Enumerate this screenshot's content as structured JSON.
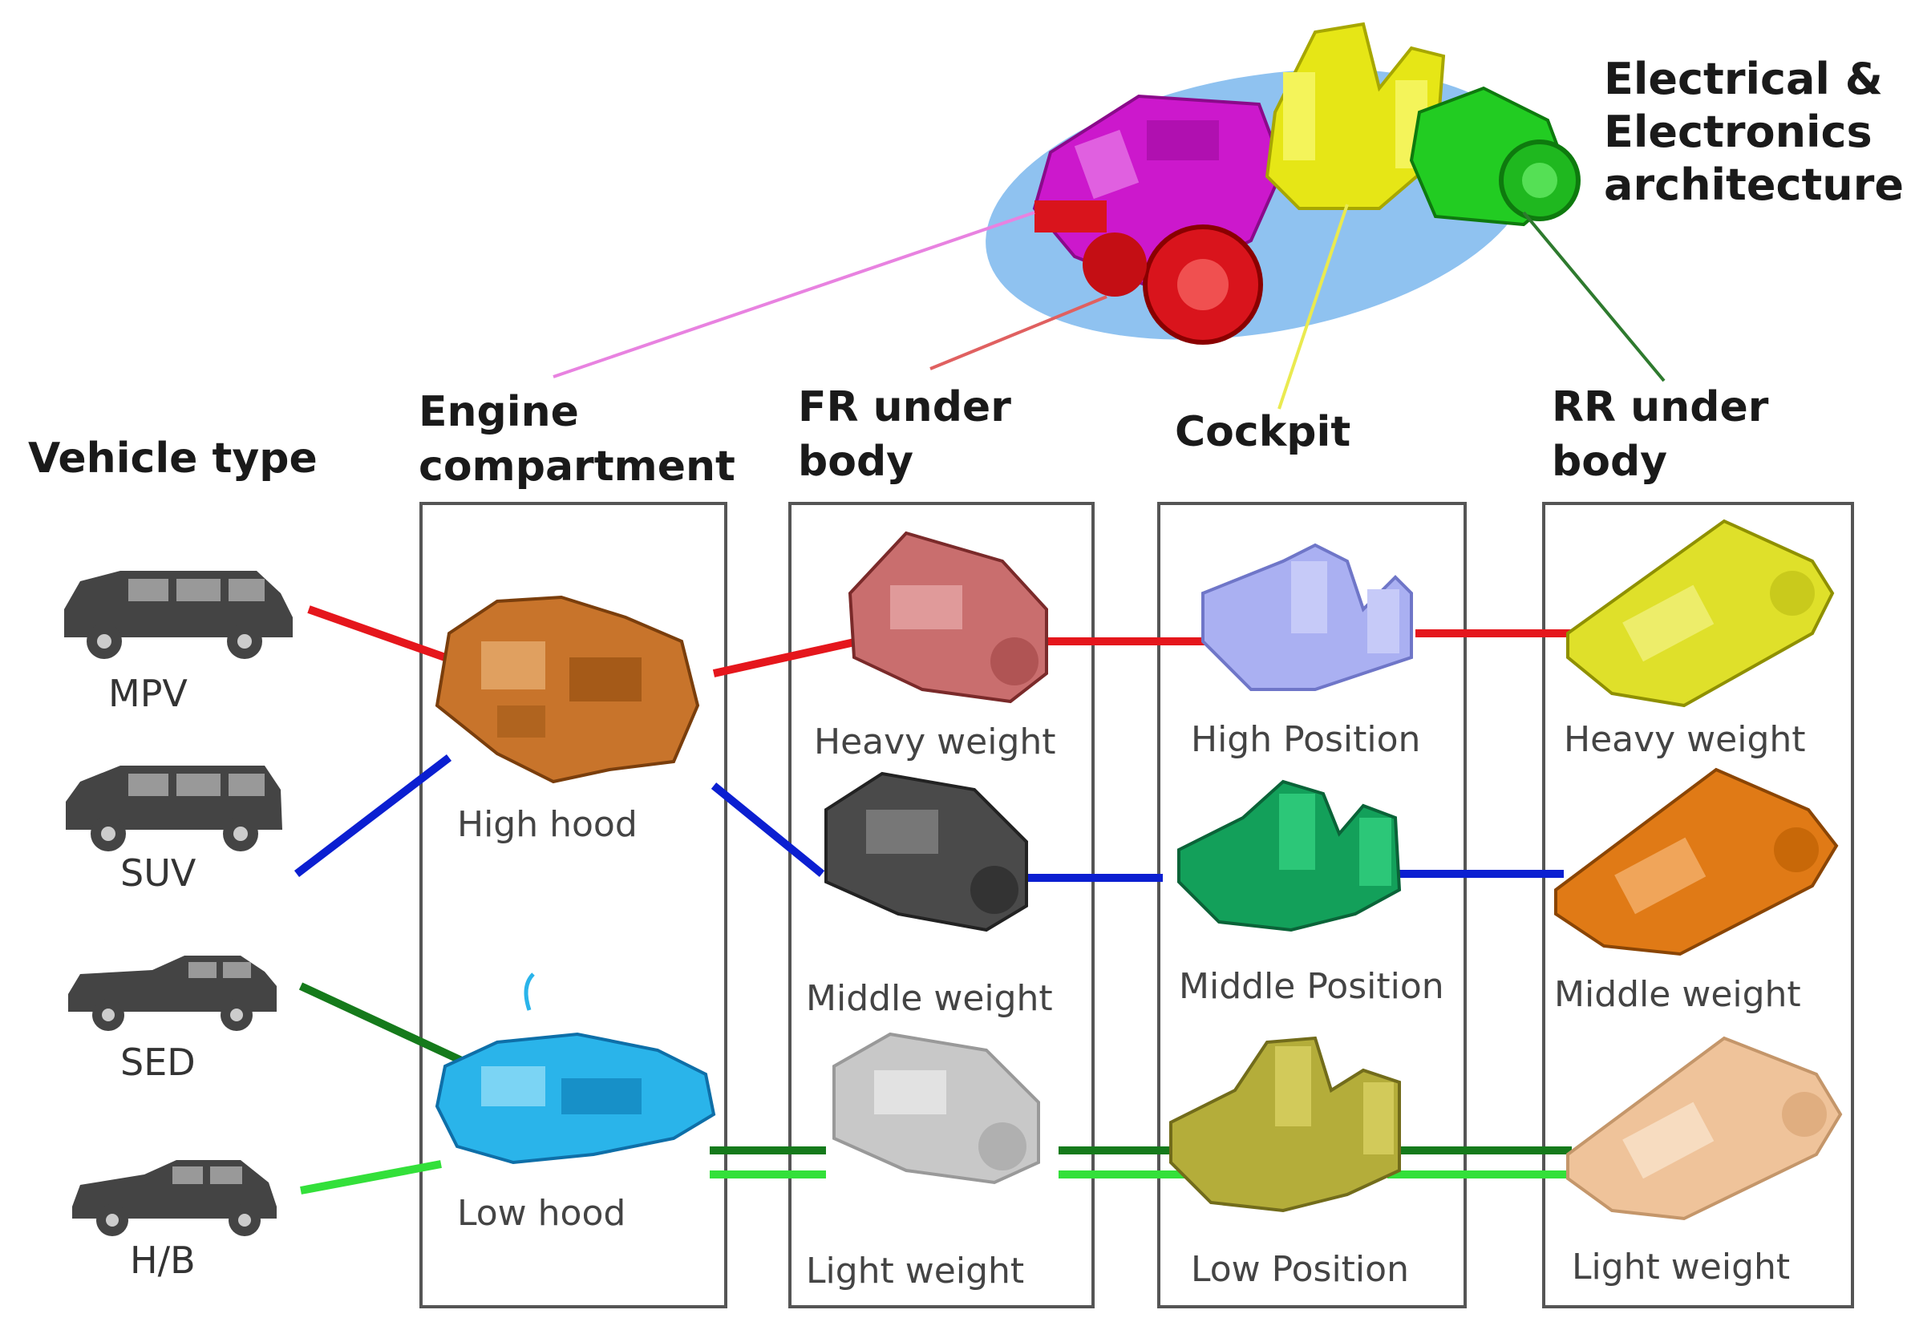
{
  "ee_architecture_label": "Electrical & Electronics architecture",
  "vehicle_type": {
    "heading": "Vehicle type",
    "vehicles": [
      "MPV",
      "SUV",
      "SED",
      "H/B"
    ]
  },
  "modules": [
    {
      "heading": "Engine compartment",
      "options": [
        "High hood",
        "Low hood"
      ]
    },
    {
      "heading": "FR under body",
      "options": [
        "Heavy weight",
        "Middle weight",
        "Light weight"
      ]
    },
    {
      "heading": "Cockpit",
      "options": [
        "High Position",
        "Middle Position",
        "Low Position"
      ]
    },
    {
      "heading": "RR under body",
      "options": [
        "Heavy weight",
        "Middle weight",
        "Light weight"
      ]
    }
  ],
  "colors": {
    "MPV": "#e5161c",
    "SUV": "#0b1fd1",
    "SED": "#157a1b",
    "H/B": "#33e03a",
    "engine_high": "#c8742b",
    "engine_low": "#2ab4ea",
    "fr_heavy": "#c96e6e",
    "fr_middle": "#4a4a4a",
    "fr_light": "#c8c8c8",
    "cockpit_high": "#aab0f2",
    "cockpit_middle": "#13a05a",
    "cockpit_low": "#b4ad3a",
    "rr_heavy": "#dfe02a",
    "rr_middle": "#e07a16",
    "rr_light": "#efc39a",
    "ee_body": "#cc18cc",
    "ee_seats": "#e6e616",
    "ee_rear": "#22cc22",
    "ee_wheels": "#d9141c",
    "ee_ellipse": "#8fc2f0"
  }
}
